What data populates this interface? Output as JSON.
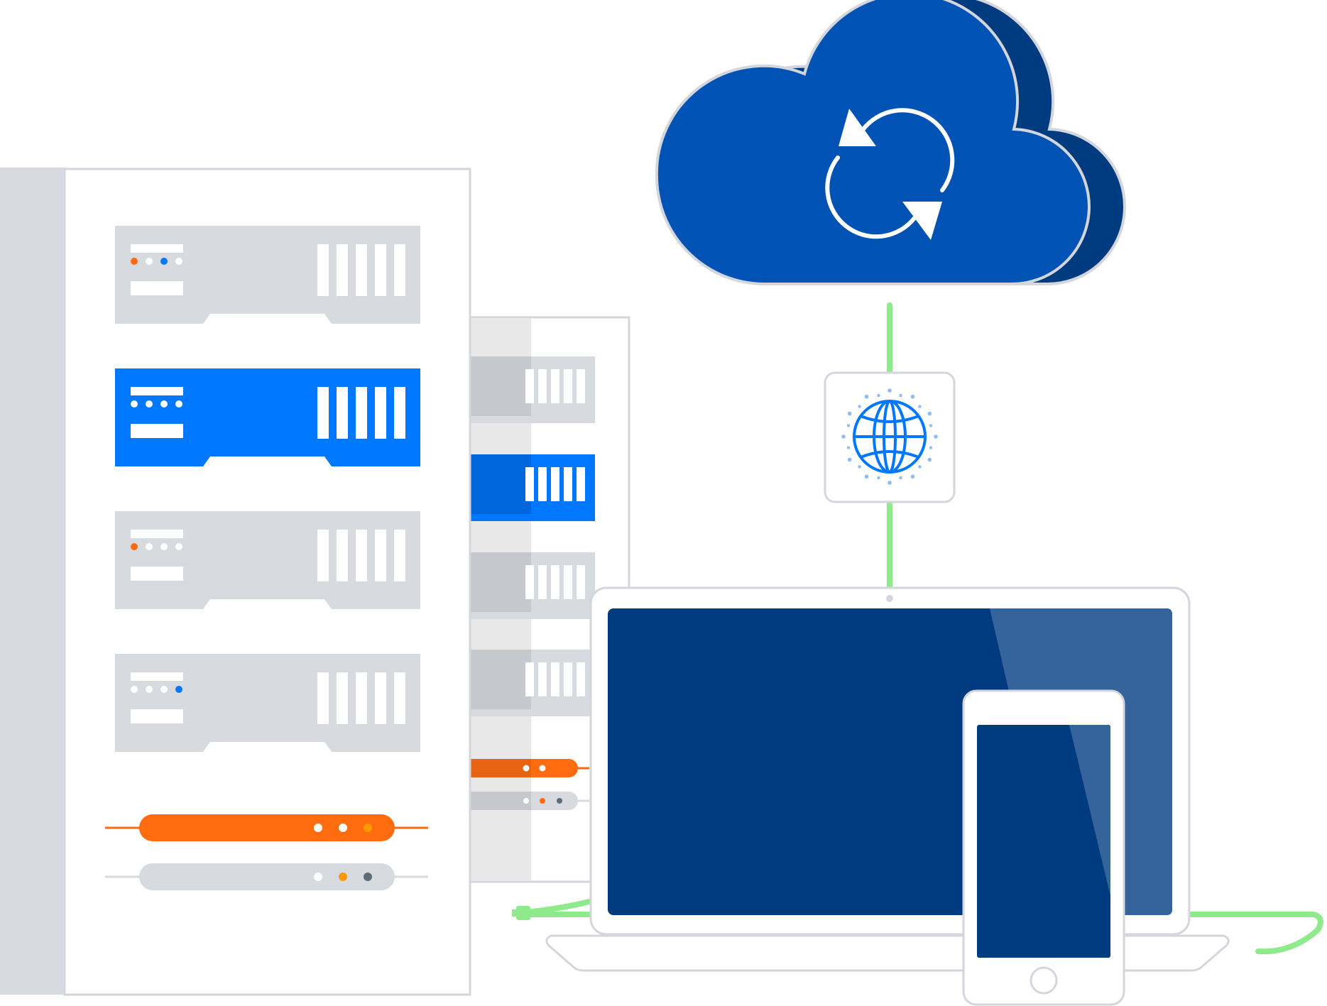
{
  "colors": {
    "blue": "#0077FF",
    "cloud_blue": "#0052B4",
    "navy": "#003B80",
    "orange": "#FF6B0F",
    "amber": "#FF9900",
    "grey": "#D7DADF",
    "outline": "#D3D6DD",
    "green": "#8EEA8A",
    "white": "#FFFFFF"
  },
  "icons": {
    "cloud": "cloud-icon",
    "sync": "sync-icon",
    "globe": "globe-icon"
  },
  "scene": {
    "rack_units": [
      {
        "style": "grey",
        "leds": [
          "orange",
          "white",
          "blue",
          "white"
        ]
      },
      {
        "style": "blue",
        "leds": [
          "white",
          "white",
          "white",
          "white"
        ]
      },
      {
        "style": "grey",
        "leds": [
          "orange",
          "white",
          "white",
          "white"
        ]
      },
      {
        "style": "grey",
        "leds": [
          "white",
          "white",
          "white",
          "blue"
        ]
      }
    ],
    "rack_bars": [
      {
        "style": "orange",
        "leds": [
          "white",
          "white",
          "amber"
        ]
      },
      {
        "style": "grey",
        "leds": [
          "white",
          "amber",
          "slate"
        ]
      }
    ]
  }
}
